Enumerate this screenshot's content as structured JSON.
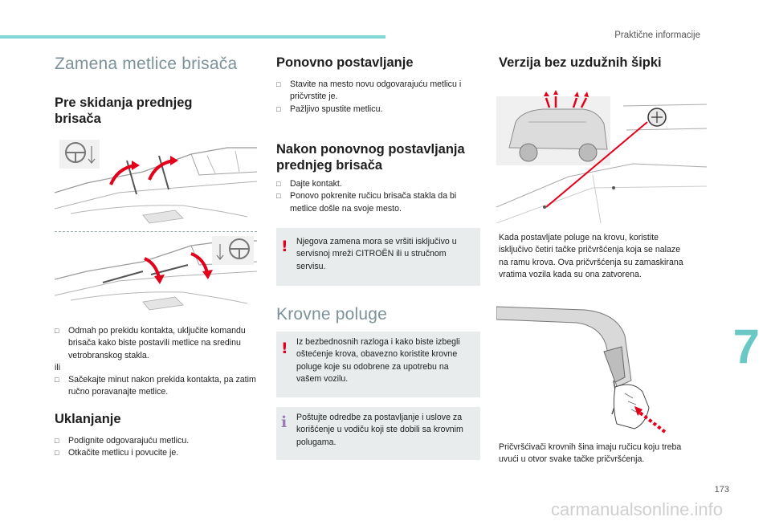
{
  "header": {
    "section": "Praktične informacije"
  },
  "col1": {
    "title": "Zamena metlice brisača",
    "sub1": "Pre skidanja prednjeg\nbrisača",
    "b1": "Odmah po prekidu kontakta, uključite komandu brisača kako biste postavili metlice na sredinu vetrobranskog stakla.",
    "ili": "ili",
    "b2": "Sačekajte minut nakon prekida kontakta, pa zatim ručno poravanajte metlice.",
    "sub2": "Uklanjanje",
    "b3": "Podignite odgovarajuću metlicu.",
    "b4": "Otkačite metlicu i povucite je."
  },
  "col2": {
    "title1": "Ponovno postavljanje",
    "b1": "Stavite na mesto novu odgovarajuću metlicu i pričvrstite je.",
    "b2": "Pažljivo spustite metlicu.",
    "title2": "Nakon ponovnog postavljanja\nprednjeg brisača",
    "b3": "Dajte kontakt.",
    "b4": "Ponovo pokrenite ručicu brisača stakla da bi metlice došle na svoje mesto.",
    "warn1": "Njegova zamena mora se vršiti isključivo u servisnoj mreži CITROËN ili u stručnom servisu.",
    "title3": "Krovne poluge",
    "warn2": "Iz bezbednosnih razloga i kako biste izbegli oštećenje krova, obavezno koristite krovne poluge koje su odobrene za upotrebu na vašem vozilu.",
    "info": "Poštujte odredbe za postavljanje i uslove za korišćenje u vodiču koji ste dobili sa krovnim polugama."
  },
  "col3": {
    "title": "Verzija bez uzdužnih šipki",
    "p1": "Kada postavljate poluge na krovu, koristite isključivo četiri tačke pričvršćenja koja se nalaze na ramu krova. Ova pričvršćenja su zamaskirana vratima vozila kada su ona zatvorena.",
    "p2": "Pričvršćivači krovnih šina imaju ručicu koju treba uvući u otvor svake tačke pričvršćenja."
  },
  "chapter": "7",
  "page": "173",
  "watermark": "carmanualsonline.info",
  "colors": {
    "accent": "#7fd6d4",
    "chapter": "#69c8c4",
    "warning": "#e3001b",
    "info": "#9c7ab8",
    "note_bg": "#e9ecec"
  }
}
